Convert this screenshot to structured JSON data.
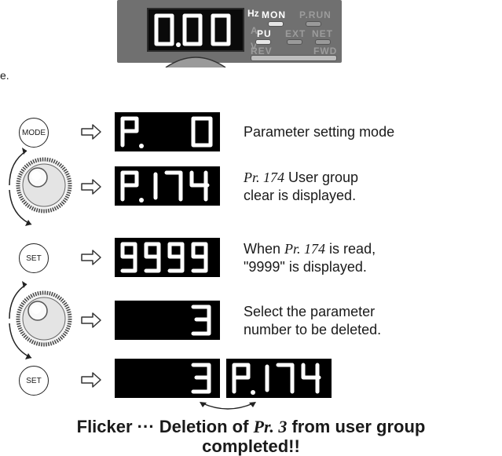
{
  "panel": {
    "display_value": "0.00",
    "unit_hz": "Hz",
    "unit_a": "A",
    "unit_v": "V",
    "label_mon": "MON",
    "label_prun": "P.RUN",
    "label_pu": "PU",
    "label_ext": "EXT",
    "label_net": "NET",
    "label_rev": "REV",
    "label_fwd": "FWD"
  },
  "edge_text": "e.",
  "steps": [
    {
      "button": "MODE",
      "display": "P.      0",
      "text_line1": "Parameter setting mode",
      "text_line2": ""
    },
    {
      "button": "",
      "display": "P. 174",
      "pr": "Pr. 174",
      "text_line1_rest": " User group",
      "text_line2": "clear is displayed."
    },
    {
      "button": "SET",
      "display": "9999",
      "text_line1_pre": "When ",
      "pr": "Pr. 174",
      "text_line1_post": " is read,",
      "text_line2": "\"9999\" is displayed."
    },
    {
      "button": "",
      "display": "3",
      "text_line1": "Select the parameter",
      "text_line2": "number to be deleted."
    },
    {
      "button": "SET",
      "display": "3",
      "display2": "P. 174"
    }
  ],
  "caption": {
    "line1_pre": "Flicker ··· Deletion of ",
    "pr": "Pr. 3",
    "line1_post": " from user group",
    "line2": "completed!!"
  },
  "colors": {
    "panel_gray": "#707070",
    "segment": "#ffffff",
    "display_bg": "#000000"
  }
}
